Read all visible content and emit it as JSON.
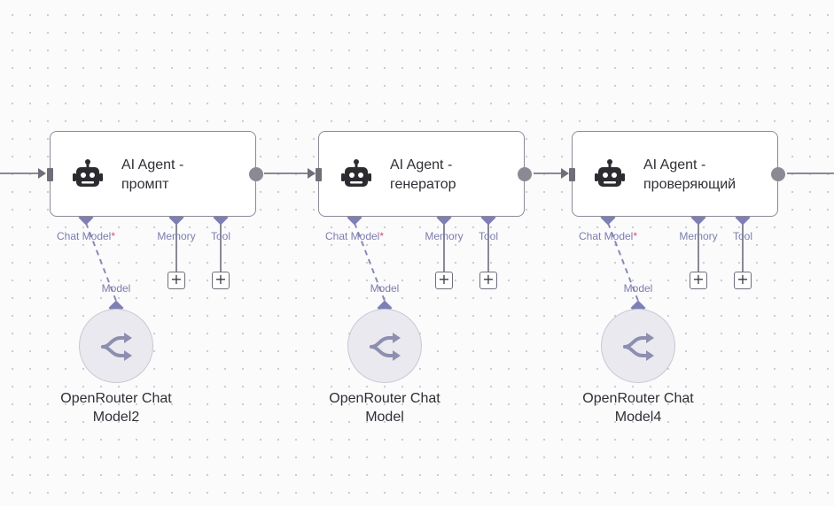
{
  "nodes": [
    {
      "title": "AI Agent -\nпромпт",
      "icon": "robot-icon"
    },
    {
      "title": "AI Agent -\nгенератор",
      "icon": "robot-icon"
    },
    {
      "title": "AI Agent -\nпроверяющий",
      "icon": "robot-icon"
    }
  ],
  "ports": {
    "chat_model": "Chat Model",
    "required_marker": "*",
    "memory": "Memory",
    "tool": "Tool",
    "model": "Model",
    "add_symbol": "+"
  },
  "models": [
    {
      "name": "OpenRouter Chat Model2",
      "icon": "openrouter-icon"
    },
    {
      "name": "OpenRouter Chat Model",
      "icon": "openrouter-icon"
    },
    {
      "name": "OpenRouter Chat Model4",
      "icon": "openrouter-icon"
    }
  ],
  "colors": {
    "diamond": "#7f7fb6",
    "wire": "#8a8a94",
    "port_label": "#7c7cae",
    "required": "#e0476b"
  }
}
